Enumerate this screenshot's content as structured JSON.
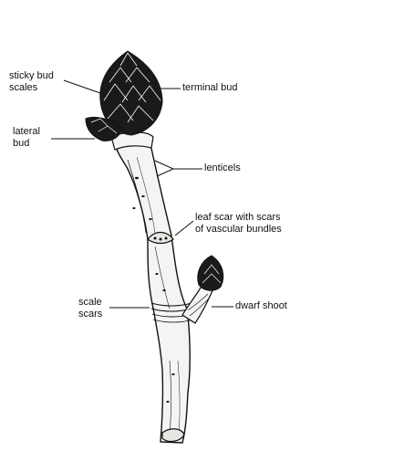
{
  "labels": {
    "sticky_bud_scales": [
      "sticky bud",
      "scales"
    ],
    "terminal_bud": "terminal bud",
    "lateral_bud": [
      "lateral",
      "bud"
    ],
    "lenticels": "lenticels",
    "leaf_scar": [
      "leaf scar with scars",
      "of vascular bundles"
    ],
    "scale_scars": [
      "scale",
      "scars"
    ],
    "dwarf_shoot": "dwarf shoot"
  },
  "colors": {
    "ink": "#111111",
    "bud_fill": "#1a1a1a",
    "twig_fill": "#f4f4f2"
  }
}
